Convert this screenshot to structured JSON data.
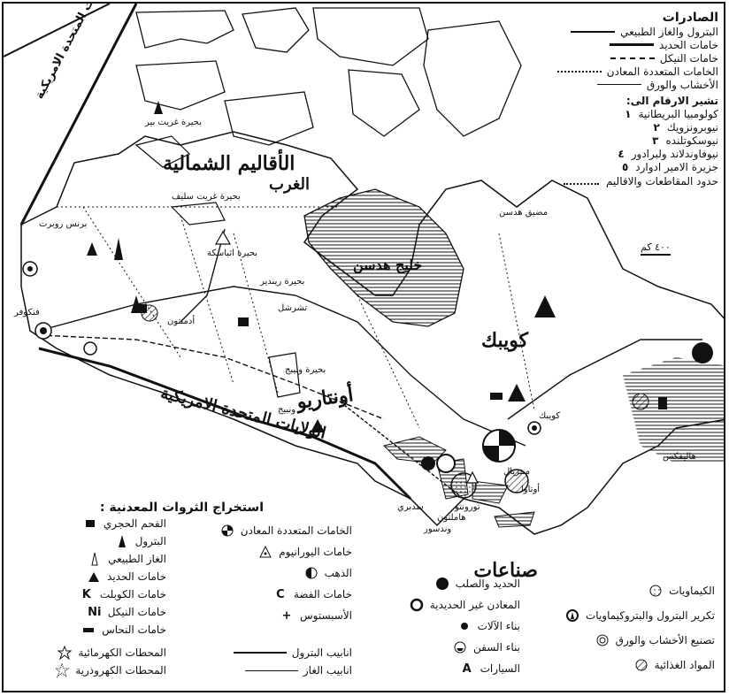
{
  "regions": {
    "northern_territories": "الأقاليم الشمالية",
    "west": "الغرب",
    "ontario": "أونتاريو",
    "quebec": "كويبك",
    "hudson_bay": "خليج هدسن",
    "usa_south": "الولايات المتحدة الامريكية",
    "usa_alaska": "الولايات المتحدة الامريكية"
  },
  "places": {
    "great_bear": "بحيرة غريت بير",
    "great_slave": "بحيرة غريت سليف",
    "prince_rupert": "برنس روبرت",
    "vancouver": "فنكوفر",
    "churchill": "تشرشل",
    "hudson_strait": "مضيق هدسن",
    "winnipeg_lake": "بحيرة ونيبج",
    "winnipeg": "ونبيج",
    "ottawa": "أوتاوا",
    "montreal": "منتريال",
    "quebec_city": "كويبك",
    "halifax": "هاليفكس",
    "toronto": "تورونتو",
    "hamilton": "هاملتون",
    "windsor": "وندسور",
    "sudbury": "سدبري",
    "athabasca": "بحيرة اثباسكة",
    "reindeer": "بحيرة ريندير",
    "edmonton": "أدمنتون",
    "scale": "٤٠٠ كم"
  },
  "legend_top": {
    "title": "الصادرات",
    "items": [
      "البترول والغاز الطبيعي",
      "خامات الحديد",
      "خامات النيكل",
      "الخامات المتعددة المعادن",
      "الأخشاب والورق"
    ],
    "numbers_title": "تشير الارقام الى:",
    "numbers": [
      "كولومبيا البريطانية",
      "نيوبرونزويك",
      "نيوسكوتلنده",
      "نيوفاوندلاند ولبرادور",
      "جزيرة الامير ادوارد"
    ],
    "number_marks": [
      "١",
      "٢",
      "٣",
      "٤",
      "٥"
    ],
    "boundaries": "حدود المقاطعات والاقاليم"
  },
  "legend_minerals": {
    "title": "استخراج الثروات المعدنية :",
    "col_right": [
      {
        "icon": "coal-icon",
        "label": "الفحم الحجري"
      },
      {
        "icon": "oil-icon",
        "label": "البترول"
      },
      {
        "icon": "gas-icon",
        "label": "الغاز الطبيعي"
      },
      {
        "icon": "iron-icon",
        "label": "خامات الحديد"
      },
      {
        "icon": "cobalt-icon",
        "label": "خامات الكوبلت",
        "glyph": "K"
      },
      {
        "icon": "nickel-icon",
        "label": "خامات النيكل",
        "glyph": "Ni"
      },
      {
        "icon": "copper-icon",
        "label": "خامات النحاس"
      }
    ],
    "col_left": [
      {
        "icon": "polymetal-icon",
        "label": "الخامات المتعددة المعادن"
      },
      {
        "icon": "uranium-icon",
        "label": "خامات اليورانيوم"
      },
      {
        "icon": "gold-icon",
        "label": "الذهب"
      },
      {
        "icon": "silver-icon",
        "label": "خامات الفضة",
        "glyph": "C"
      },
      {
        "icon": "asbestos-icon",
        "label": "الأسبستوس",
        "glyph": "+"
      }
    ],
    "power": [
      {
        "icon": "hydro-icon",
        "label": "المحطات الكهرمائية"
      },
      {
        "icon": "thermal-icon",
        "label": "المحطات الكهروذرية"
      }
    ],
    "pipelines": [
      "انابيب البترول",
      "انابيب الغاز"
    ]
  },
  "legend_industries": {
    "title": "صناعات",
    "col_mid": [
      {
        "icon": "steel-icon",
        "label": "الحديد والصلب"
      },
      {
        "icon": "nonferrous-icon",
        "label": "المعادن غير الحديدية"
      },
      {
        "icon": "machinery-icon",
        "label": "بناء الآلات"
      },
      {
        "icon": "shipbuilding-icon",
        "label": "بناء السفن"
      },
      {
        "icon": "cars-icon",
        "label": "السيارات",
        "glyph": "A"
      }
    ],
    "col_right": [
      {
        "icon": "chemicals-icon",
        "label": "الكيماويات"
      },
      {
        "icon": "refining-icon",
        "label": "تكرير البترول والبتروكيماويات"
      },
      {
        "icon": "wood-icon",
        "label": "تصنيع الأخشاب والورق"
      },
      {
        "icon": "food-icon",
        "label": "المواد الغذائية"
      }
    ]
  }
}
